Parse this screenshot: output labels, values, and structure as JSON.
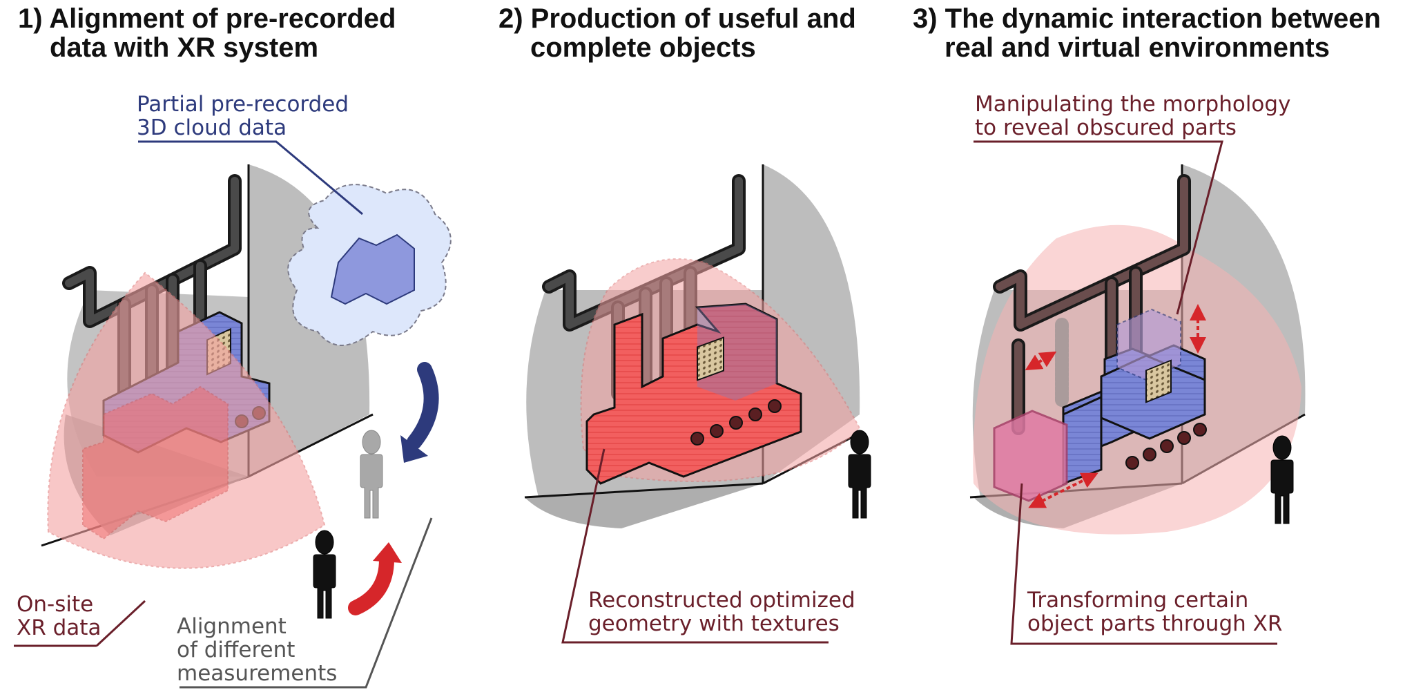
{
  "panels": [
    {
      "title_lines": [
        "1) Alignment of pre-recorded",
        "data with XR system"
      ],
      "annotations": [
        {
          "lines": [
            "Partial pre-recorded",
            "3D cloud data"
          ],
          "color": "#2d3a7c"
        },
        {
          "lines": [
            "On-site",
            "XR data"
          ],
          "color": "#6a1f2a"
        },
        {
          "lines": [
            "Alignment",
            "of different",
            "measurements"
          ],
          "color": "#555555"
        }
      ]
    },
    {
      "title_lines": [
        "2) Production of useful and",
        "complete objects"
      ],
      "annotations": [
        {
          "lines": [
            "Reconstructed optimized",
            "geometry with textures"
          ],
          "color": "#6a1f2a"
        }
      ]
    },
    {
      "title_lines": [
        "3) The dynamic interaction between",
        "real and virtual environments"
      ],
      "annotations": [
        {
          "lines": [
            "Manipulating the morphology",
            "to reveal obscured parts"
          ],
          "color": "#6a1f2a"
        },
        {
          "lines": [
            "Transforming certain",
            "object parts through XR"
          ],
          "color": "#6a1f2a"
        }
      ]
    }
  ],
  "icons": {
    "room": "room-corner-icon",
    "machine": "industrial-machine-icon",
    "pipes": "pipe-system-icon",
    "person": "person-icon",
    "cloud": "point-cloud-icon",
    "align_arrow_blue": "curved-arrow-down-icon",
    "align_arrow_red": "curved-arrow-up-icon",
    "xr_field": "xr-scan-field-icon",
    "move_arrow": "double-arrow-icon"
  },
  "colors": {
    "prerecorded": "#7a86d6",
    "xr": "#f26b6b",
    "xr_field": "#f4a3a3",
    "wall": "#b8b8b8",
    "pipe": "#404040",
    "blue_label": "#2d3a7c",
    "brown_label": "#6a1f2a"
  }
}
